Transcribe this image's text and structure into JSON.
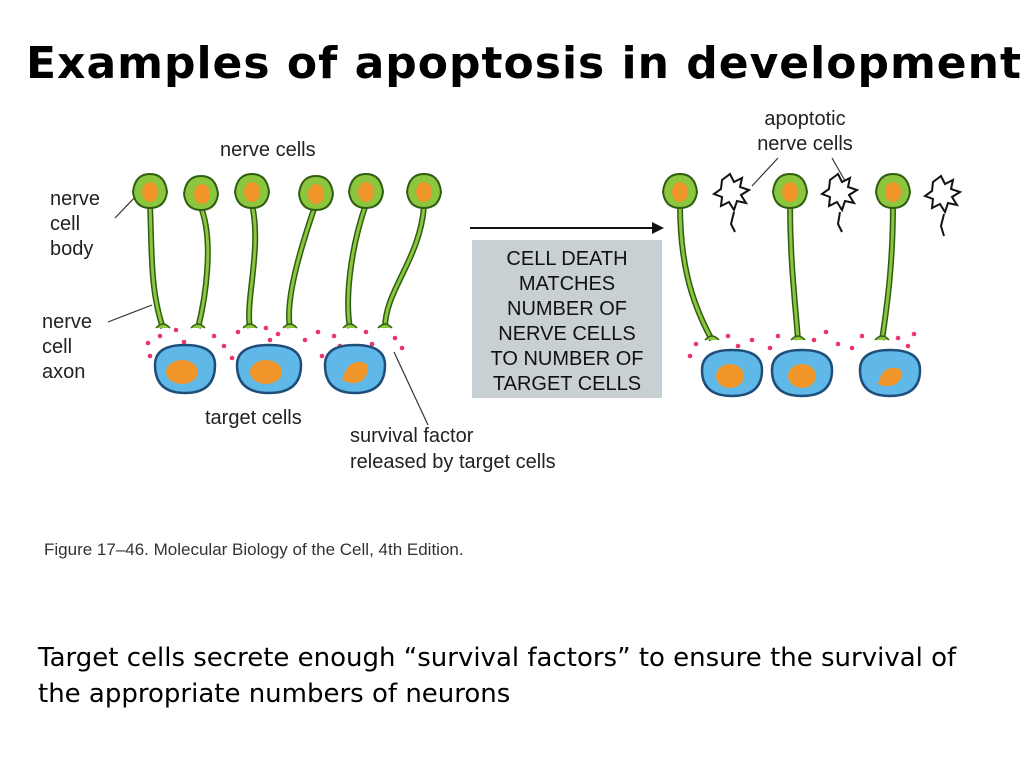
{
  "title": "Examples of apoptosis in development",
  "figure": {
    "labels": {
      "nerve_cells": "nerve cells",
      "nerve_cell_body": [
        "nerve",
        "cell",
        "body"
      ],
      "nerve_cell_axon": [
        "nerve",
        "cell",
        "axon"
      ],
      "target_cells": "target cells",
      "survival_factor": [
        "survival factor",
        "released by target cells"
      ],
      "apoptotic_nerve_cells": [
        "apoptotic",
        "nerve cells"
      ]
    },
    "box_lines": [
      "CELL DEATH",
      "MATCHES",
      "NUMBER OF",
      "NERVE CELLS",
      "TO NUMBER OF",
      "TARGET CELLS"
    ],
    "caption": "Figure 17–46. Molecular Biology of the Cell, 4th Edition.",
    "colors": {
      "nerve_cell_fill": "#8cc63f",
      "nerve_cell_stroke": "#2e5e12",
      "nucleus": "#f0962a",
      "target_cell_fill": "#5fb8e8",
      "target_cell_stroke": "#1f4e7a",
      "survival_factor_dots": "#e8356a",
      "box_fill": "#c9d0d3"
    }
  },
  "footer": "Target cells secrete enough “survival factors” to ensure the survival of the appropriate numbers of neurons"
}
